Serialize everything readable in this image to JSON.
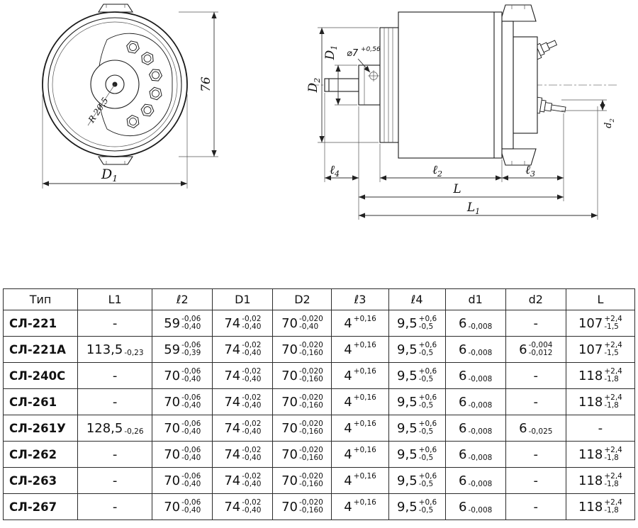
{
  "drawing": {
    "front": {
      "dim_height": "76",
      "radius_label": "R 20,5",
      "dim_diameter": "D1"
    },
    "side": {
      "dim_body_diameter": "D2",
      "dim_flange_diameter": "D1",
      "shaft_callout": "⌀7",
      "shaft_callout_tol": "+0,56",
      "dim_terminal": "d2",
      "dim_l4": "ℓ4",
      "dim_l2": "ℓ2",
      "dim_l3": "ℓ3",
      "dim_L": "L",
      "dim_L1": "L1"
    }
  },
  "table": {
    "headers": [
      "Тип",
      "L1",
      "ℓ2",
      "D1",
      "D2",
      "ℓ3",
      "ℓ4",
      "d1",
      "d2",
      "L"
    ],
    "rows": [
      {
        "type": "СЛ-221",
        "cells": [
          {
            "v": "-"
          },
          {
            "v": "59",
            "hi": "-0,06",
            "lo": "-0,40"
          },
          {
            "v": "74",
            "hi": "-0,02",
            "lo": "-0,40"
          },
          {
            "v": "70",
            "hi": "-0,020",
            "lo": "-0,40"
          },
          {
            "v": "4",
            "hi": "+0,16",
            "lo": ""
          },
          {
            "v": "9,5",
            "hi": "+0,6",
            "lo": "-0,5"
          },
          {
            "v": "6",
            "hi": "",
            "lo": "-0,008"
          },
          {
            "v": "-"
          },
          {
            "v": "107",
            "hi": "+2,4",
            "lo": "-1,5"
          }
        ]
      },
      {
        "type": "СЛ-221А",
        "cells": [
          {
            "v": "113,5",
            "hi": "",
            "lo": "-0,23"
          },
          {
            "v": "59",
            "hi": "-0,06",
            "lo": "-0,39"
          },
          {
            "v": "74",
            "hi": "-0,02",
            "lo": "-0,40"
          },
          {
            "v": "70",
            "hi": "-0,020",
            "lo": "-0,160"
          },
          {
            "v": "4",
            "hi": "+0,16",
            "lo": ""
          },
          {
            "v": "9,5",
            "hi": "+0,6",
            "lo": "-0,5"
          },
          {
            "v": "6",
            "hi": "",
            "lo": "-0,008"
          },
          {
            "v": "6",
            "hi": "-0,004",
            "lo": "-0,012"
          },
          {
            "v": "107",
            "hi": "+2,4",
            "lo": "-1,5"
          }
        ]
      },
      {
        "type": "СЛ-240С",
        "cells": [
          {
            "v": "-"
          },
          {
            "v": "70",
            "hi": "-0,06",
            "lo": "-0,40"
          },
          {
            "v": "74",
            "hi": "-0,02",
            "lo": "-0,40"
          },
          {
            "v": "70",
            "hi": "-0,020",
            "lo": "-0,160"
          },
          {
            "v": "4",
            "hi": "+0,16",
            "lo": ""
          },
          {
            "v": "9,5",
            "hi": "+0,6",
            "lo": "-0,5"
          },
          {
            "v": "6",
            "hi": "",
            "lo": "-0,008"
          },
          {
            "v": "-"
          },
          {
            "v": "118",
            "hi": "+2,4",
            "lo": "-1,8"
          }
        ]
      },
      {
        "type": "СЛ-261",
        "cells": [
          {
            "v": "-"
          },
          {
            "v": "70",
            "hi": "-0,06",
            "lo": "-0,40"
          },
          {
            "v": "74",
            "hi": "-0,02",
            "lo": "-0,40"
          },
          {
            "v": "70",
            "hi": "-0,020",
            "lo": "-0,160"
          },
          {
            "v": "4",
            "hi": "+0,16",
            "lo": ""
          },
          {
            "v": "9,5",
            "hi": "+0,6",
            "lo": "-0,5"
          },
          {
            "v": "6",
            "hi": "",
            "lo": "-0,008"
          },
          {
            "v": "-"
          },
          {
            "v": "118",
            "hi": "+2,4",
            "lo": "-1,8"
          }
        ]
      },
      {
        "type": "СЛ-261У",
        "cells": [
          {
            "v": "128,5",
            "hi": "",
            "lo": "-0,26"
          },
          {
            "v": "70",
            "hi": "-0,06",
            "lo": "-0,40"
          },
          {
            "v": "74",
            "hi": "-0,02",
            "lo": "-0,40"
          },
          {
            "v": "70",
            "hi": "-0,020",
            "lo": "-0,160"
          },
          {
            "v": "4",
            "hi": "+0,16",
            "lo": ""
          },
          {
            "v": "9,5",
            "hi": "+0,6",
            "lo": "-0,5"
          },
          {
            "v": "6",
            "hi": "",
            "lo": "-0,008"
          },
          {
            "v": "6",
            "hi": "",
            "lo": "-0,025"
          },
          {
            "v": "-"
          }
        ]
      },
      {
        "type": "СЛ-262",
        "cells": [
          {
            "v": "-"
          },
          {
            "v": "70",
            "hi": "-0,06",
            "lo": "-0,40"
          },
          {
            "v": "74",
            "hi": "-0,02",
            "lo": "-0,40"
          },
          {
            "v": "70",
            "hi": "-0,020",
            "lo": "-0,160"
          },
          {
            "v": "4",
            "hi": "+0,16",
            "lo": ""
          },
          {
            "v": "9,5",
            "hi": "+0,6",
            "lo": "-0,5"
          },
          {
            "v": "6",
            "hi": "",
            "lo": "-0,008"
          },
          {
            "v": "-"
          },
          {
            "v": "118",
            "hi": "+2,4",
            "lo": "-1,8"
          }
        ]
      },
      {
        "type": "СЛ-263",
        "cells": [
          {
            "v": "-"
          },
          {
            "v": "70",
            "hi": "-0,06",
            "lo": "-0,40"
          },
          {
            "v": "74",
            "hi": "-0,02",
            "lo": "-0,40"
          },
          {
            "v": "70",
            "hi": "-0,020",
            "lo": "-0,160"
          },
          {
            "v": "4",
            "hi": "+0,16",
            "lo": ""
          },
          {
            "v": "9,5",
            "hi": "+0,6",
            "lo": "-0,5"
          },
          {
            "v": "6",
            "hi": "",
            "lo": "-0,008"
          },
          {
            "v": "-"
          },
          {
            "v": "118",
            "hi": "+2,4",
            "lo": "-1,8"
          }
        ]
      },
      {
        "type": "СЛ-267",
        "cells": [
          {
            "v": "-"
          },
          {
            "v": "70",
            "hi": "-0,06",
            "lo": "-0,40"
          },
          {
            "v": "74",
            "hi": "-0,02",
            "lo": "-0,40"
          },
          {
            "v": "70",
            "hi": "-0,020",
            "lo": "-0,160"
          },
          {
            "v": "4",
            "hi": "+0,16",
            "lo": ""
          },
          {
            "v": "9,5",
            "hi": "+0,6",
            "lo": "-0,5"
          },
          {
            "v": "6",
            "hi": "",
            "lo": "-0,008"
          },
          {
            "v": "-"
          },
          {
            "v": "118",
            "hi": "+2,4",
            "lo": "-1,8"
          }
        ]
      }
    ]
  }
}
